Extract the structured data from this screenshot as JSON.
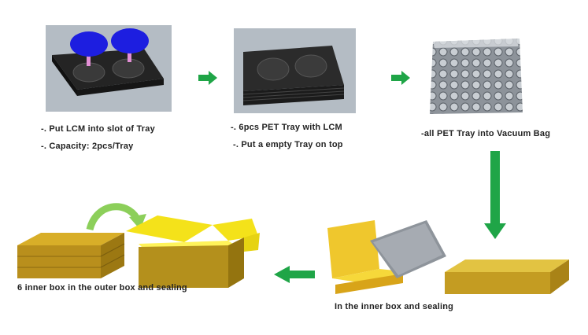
{
  "steps": {
    "step1": {
      "line1": "-. Put LCM  into  slot of Tray",
      "line2": "-. Capacity:   2pcs/Tray"
    },
    "step2": {
      "line1": "-. 6pcs PET Tray  with LCM",
      "line2": "-. Put a empty Tray on top"
    },
    "step3": {
      "line1": "-all PET Tray into Vacuum Bag"
    },
    "step4": {
      "line1": "In the inner box and sealing"
    },
    "step5": {
      "line1": "6 inner box in the outer box and sealing"
    }
  },
  "colors": {
    "arrow": "#1fa547",
    "box_tan": "#c9a227",
    "box_yellow": "#f2df13",
    "lcm_blue": "#1d1ee0",
    "tray_dark": "#2e2e2e"
  }
}
